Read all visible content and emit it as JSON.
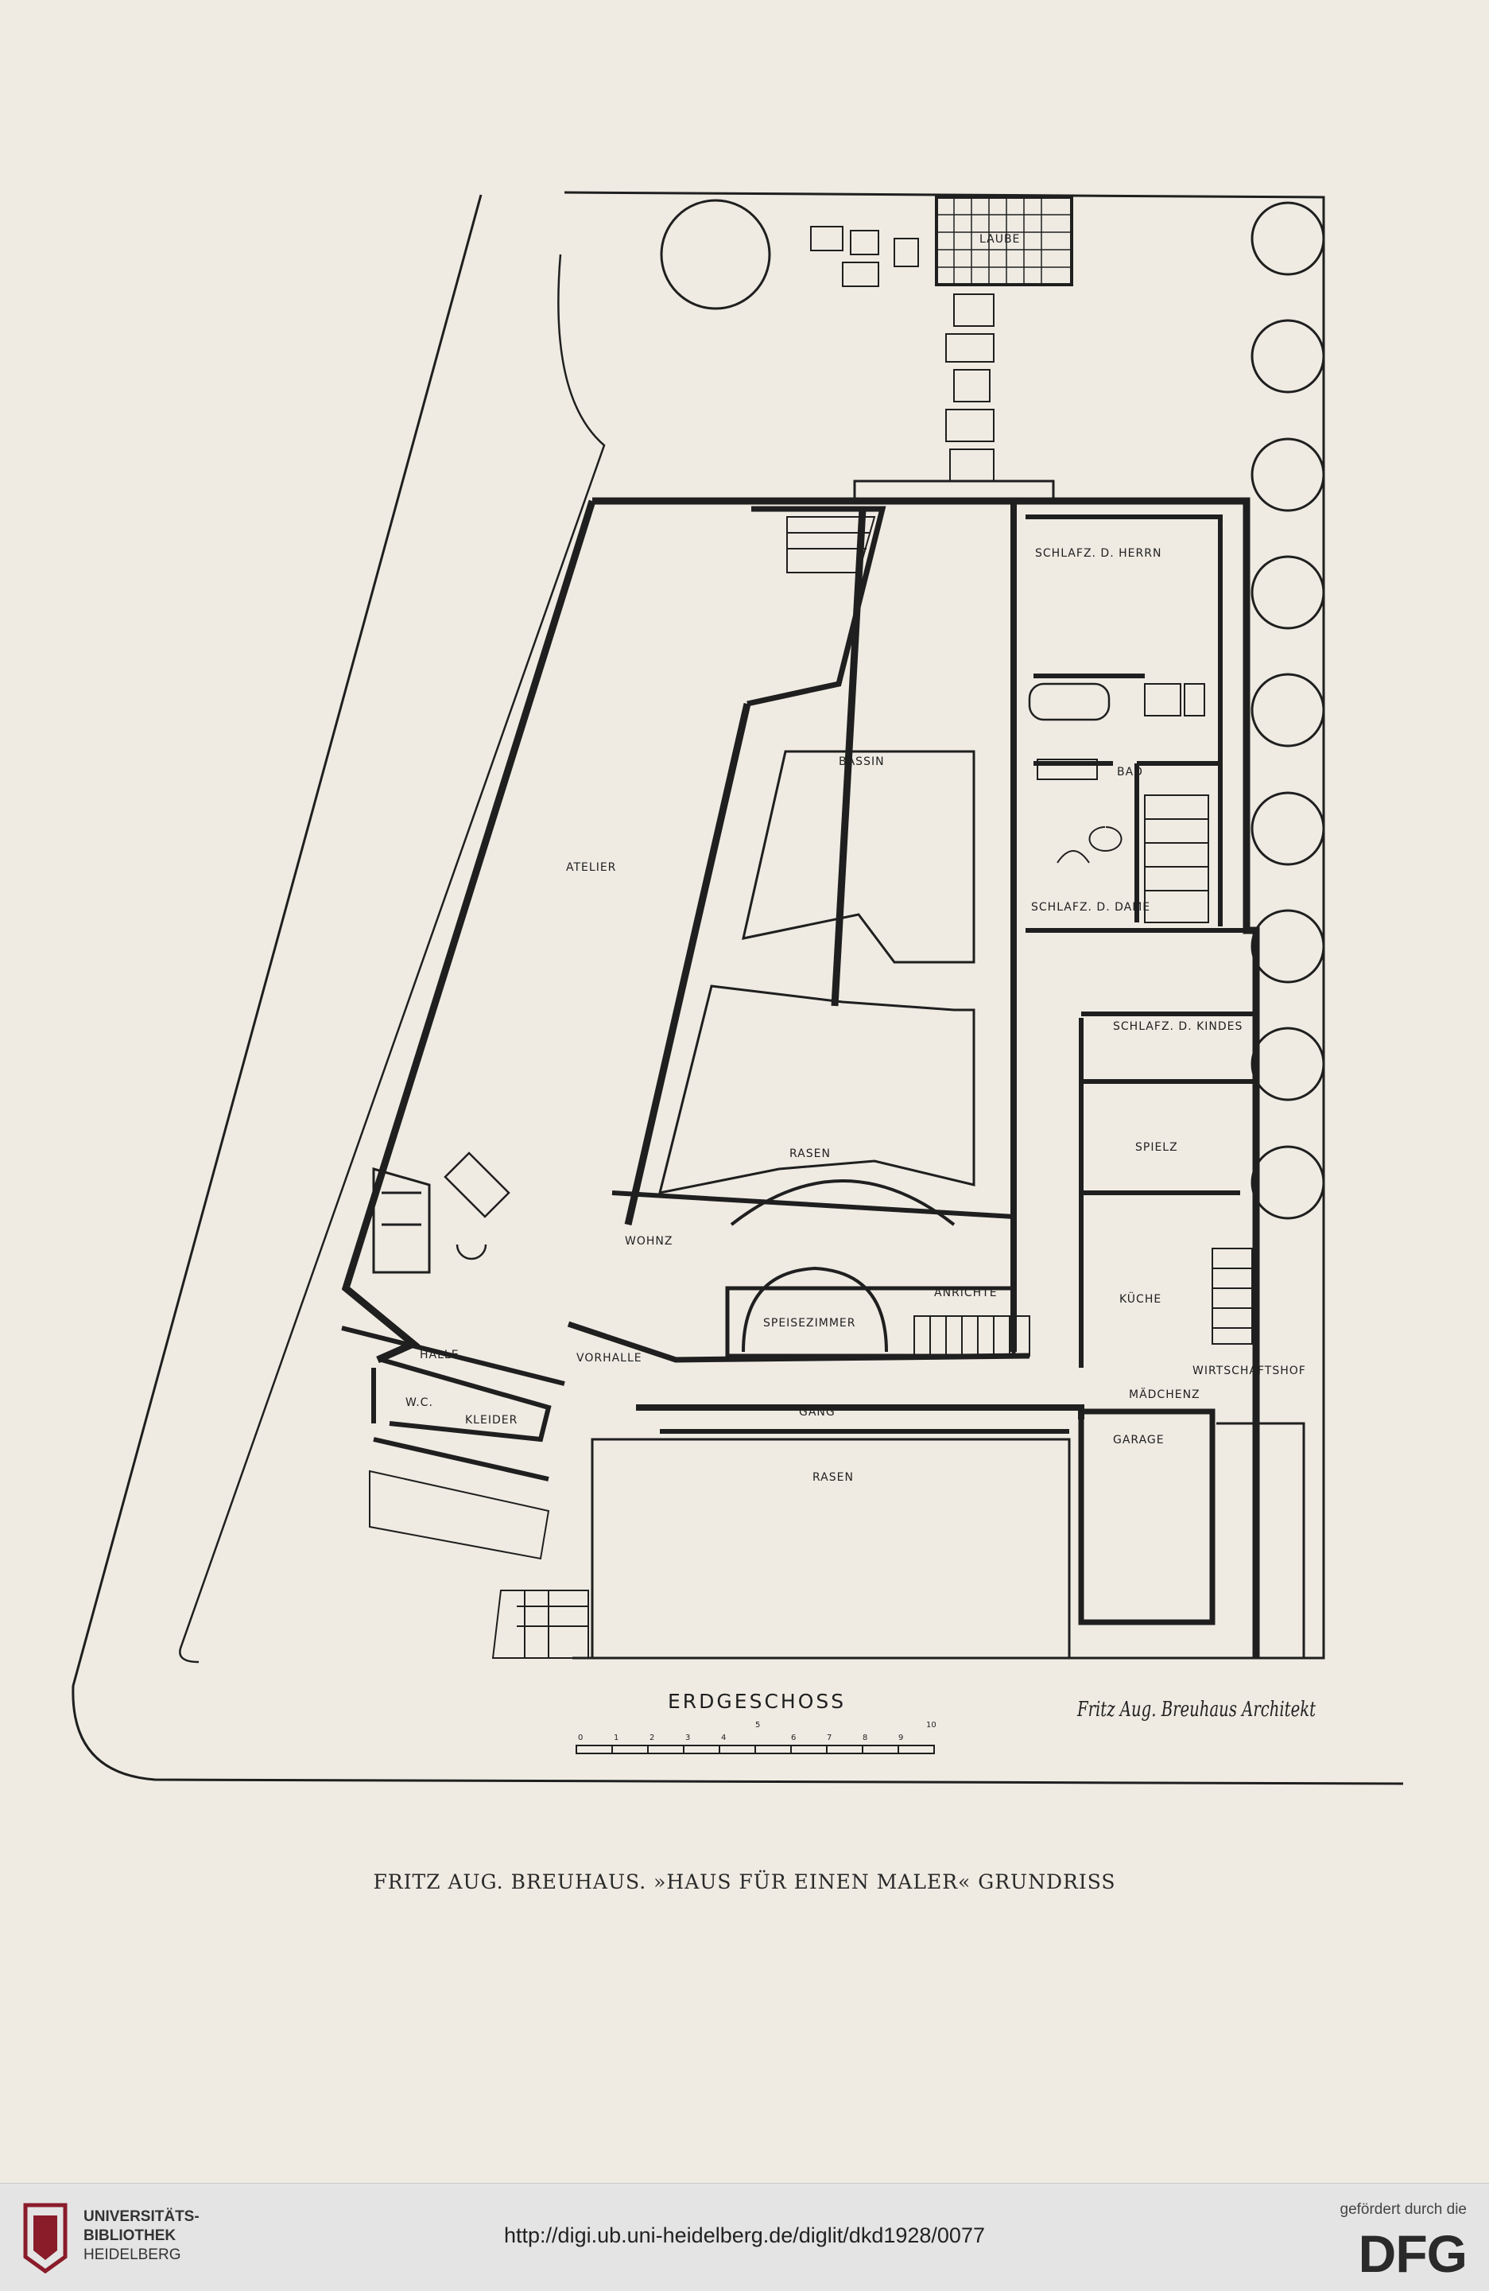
{
  "plan": {
    "labels": {
      "laube": "LAUBE",
      "schlafz_herrn": "SCHLAFZ. D. HERRN",
      "bassin": "BASSIN",
      "bad": "BAD",
      "schlafz_dame": "SCHLAFZ. D. DAME",
      "atelier": "ATELIER",
      "schlafz_kindes": "SCHLAFZ. D. KINDES",
      "rasen_top": "RASEN",
      "spielz": "SPIELZ",
      "wohnz": "WOHNZ",
      "anrichte": "ANRICHTE",
      "kueche": "KÜCHE",
      "speisezimmer": "SPEISEZIMMER",
      "halle": "HALLE",
      "vorhalle": "VORHALLE",
      "wc": "W.C.",
      "kleider": "KLEIDER",
      "gang": "GANG",
      "maedchenz": "MÄDCHENZ",
      "wirtschaftshof": "WIRTSCHAFTSHOF",
      "garage": "GARAGE",
      "rasen_bottom": "RASEN"
    },
    "floor_title": "ERDGESCHOSS",
    "scale_ticks": [
      "0",
      "1",
      "2",
      "3",
      "4",
      "5",
      "6",
      "7",
      "8",
      "9",
      "10"
    ],
    "signature": "Fritz Aug. Breuhaus Architekt"
  },
  "caption": "FRITZ AUG. BREUHAUS. »HAUS FÜR EINEN MALER« GRUNDRISS",
  "footer": {
    "institution_line1": "UNIVERSITÄTS-",
    "institution_line2": "BIBLIOTHEK",
    "institution_line3": "HEIDELBERG",
    "url": "http://digi.ub.uni-heidelberg.de/diglit/dkd1928/0077",
    "funding_note": "gefördert durch die",
    "funding_logo": "DFG"
  },
  "colors": {
    "paper": "#efebe3",
    "ink": "#1f1f1f",
    "footer_bg": "#e4e4e4"
  }
}
